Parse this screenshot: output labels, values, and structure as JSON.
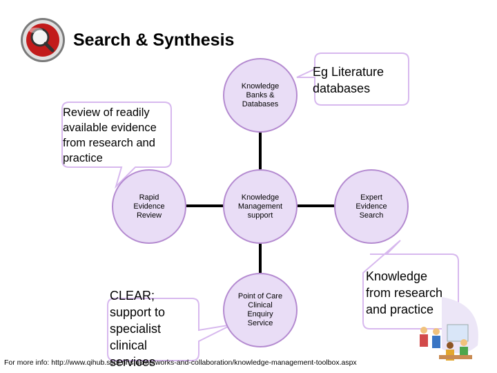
{
  "title": "Search & Synthesis",
  "nodes": {
    "top": "Knowledge\nBanks &\nDatabases",
    "center": "Knowledge\nManagement\nsupport",
    "left": "Rapid\nEvidence\nReview",
    "right": "Expert\nEvidence\nSearch",
    "bottom": "Point of Care\nClinical\nEnquiry\nService"
  },
  "callouts": {
    "review": "Review of readily\navailable evidence\nfrom research and\npractice",
    "literature": "Eg Literature\ndatabases",
    "knowledge": "Knowledge\nfrom research\nand practice",
    "clear": "CLEAR;\nsupport to\nspecialist\nclinical\nservices"
  },
  "footer": "For more info: http://www.qihub.scot.nhs.uk/networks-and-collaboration/knowledge-management-toolbox.aspx",
  "icons": {
    "logo": "magnifier-search-icon",
    "clipart": "people-meeting-clipart"
  },
  "colors": {
    "node_fill": "#e9ddf6",
    "node_border": "#b48ad0",
    "callout_fill": "#ffffff",
    "callout_border": "#d7b8ee",
    "connector": "#000000"
  }
}
